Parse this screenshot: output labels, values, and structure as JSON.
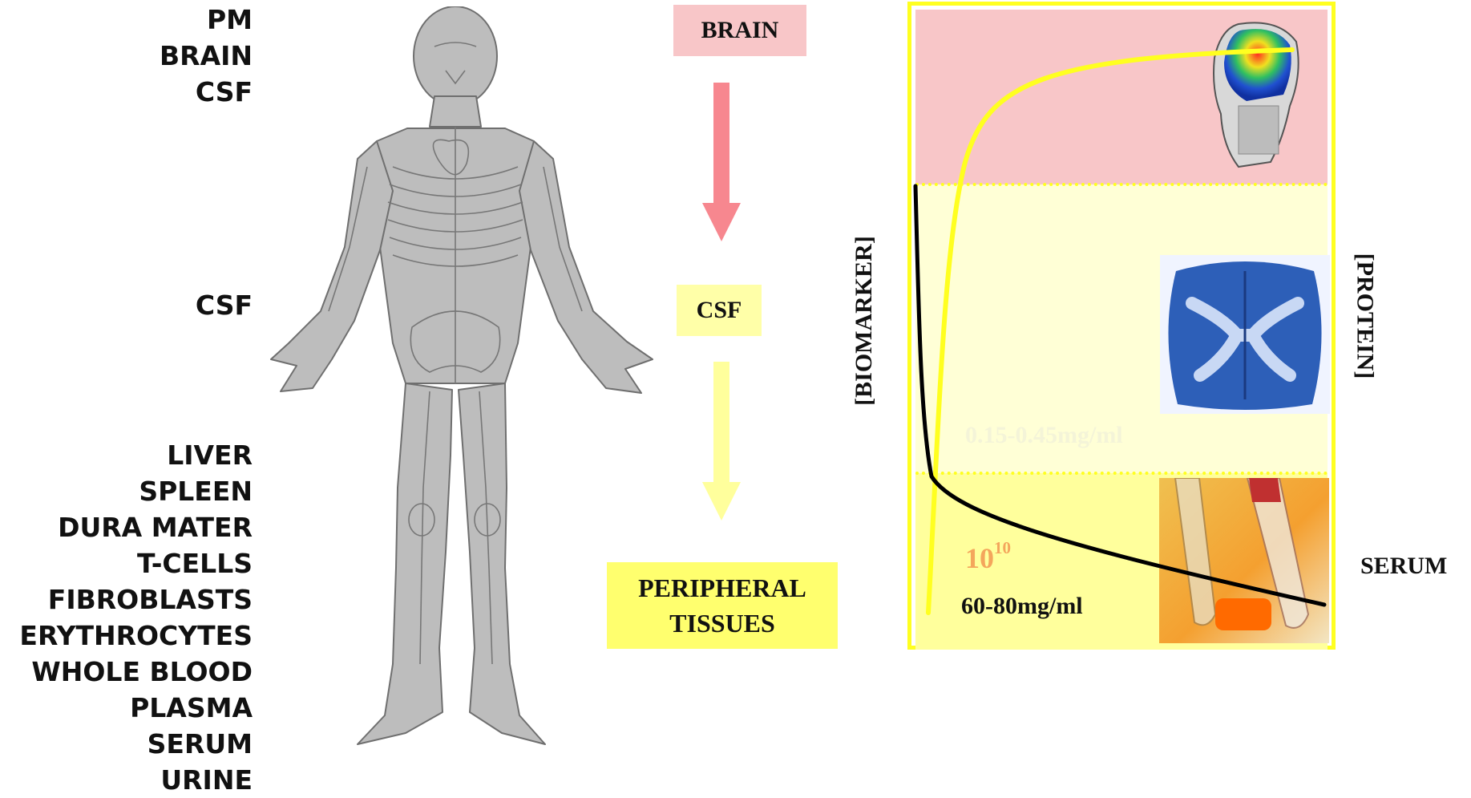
{
  "sample_lists": {
    "top": [
      "PM",
      "BRAIN",
      "CSF"
    ],
    "middle": [
      "CSF"
    ],
    "bottom": [
      "LIVER",
      "SPLEEN",
      "DURA MATER",
      "T-CELLS",
      "FIBROBLASTS",
      "ERYTHROCYTES",
      "WHOLE BLOOD",
      "PLASMA",
      "SERUM",
      "URINE"
    ]
  },
  "flow": {
    "brain": "BRAIN",
    "csf": "CSF",
    "tissues_line1": "PERIPHERAL",
    "tissues_line2": "TISSUES"
  },
  "chart": {
    "y_label_left": "[BIOMARKER]",
    "y_label_right": "[PROTEIN]",
    "csf_concentration": "0.15-0.45mg/ml",
    "dynamic_range_base": "10",
    "dynamic_range_exp": "10",
    "serum_concentration": "60-80mg/ml",
    "serum_label": "SERUM"
  },
  "colors": {
    "brain_band": "#f8c6c8",
    "csf_band": "#ffffd6",
    "serum_band": "#ffff9c",
    "frame": "#ffff20",
    "protein_curve": "#ffff20",
    "biomarker_curve": "#000000",
    "brain_arrow": "#f7878f",
    "csf_arrow": "#ffff9c",
    "dynamic_range_text": "#f4a65c"
  }
}
